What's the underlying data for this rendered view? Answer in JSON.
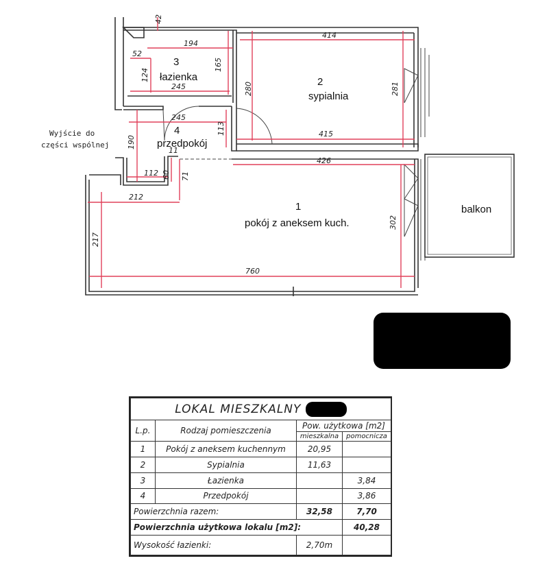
{
  "plan": {
    "rooms": [
      {
        "num": "1",
        "name": "pokój z aneksem kuch."
      },
      {
        "num": "2",
        "name": "sypialnia"
      },
      {
        "num": "3",
        "name": "łazienka"
      },
      {
        "num": "4",
        "name": "przedpokój"
      }
    ],
    "balcony": "balkon",
    "exit_note": [
      "Wyjście do",
      "części wspólnej"
    ],
    "dims": [
      "42",
      "194",
      "52",
      "124",
      "165",
      "245",
      "414",
      "280",
      "281",
      "245",
      "113",
      "415",
      "190",
      "11",
      "426",
      "112",
      "60",
      "71",
      "212",
      "302",
      "217",
      "760"
    ]
  },
  "table": {
    "title": "LOKAL MIESZKALNY",
    "headers": {
      "lp": "L.p.",
      "type": "Rodzaj pomieszczenia",
      "area": "Pow. użytkowa [m2]",
      "living": "mieszkalna",
      "aux": "pomocnicza"
    },
    "rows": [
      {
        "lp": "1",
        "name": "Pokój z aneksem kuchennym",
        "living": "20,95",
        "aux": ""
      },
      {
        "lp": "2",
        "name": "Sypialnia",
        "living": "11,63",
        "aux": ""
      },
      {
        "lp": "3",
        "name": "Łazienka",
        "living": "",
        "aux": "3,84"
      },
      {
        "lp": "4",
        "name": "Przedpokój",
        "living": "",
        "aux": "3,86"
      }
    ],
    "total_label": "Powierzchnia razem:",
    "total_living": "32,58",
    "total_aux": "7,70",
    "usable_label": "Powierzchnia użytkowa lokalu [m2]:",
    "usable_value": "40,28",
    "height_label": "Wysokość łazienki:",
    "height_value": "2,70m"
  }
}
